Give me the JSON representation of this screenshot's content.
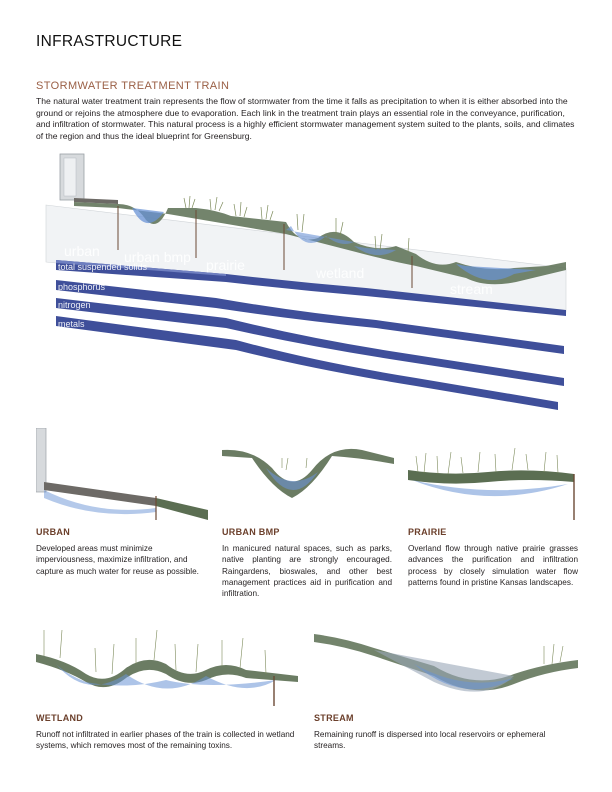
{
  "page": {
    "title": "INFRASTRUCTURE",
    "section_title": "STORMWATER TREATMENT TRAIN",
    "intro": "The natural water treatment train represents the flow of stormwater from the time it falls as precipitation to when it is either absorbed into the ground or rejoins the atmosphere due to evaporation. Each link in the treatment train plays an essential role in the conveyance, purification, and infiltration of stormwater. This natural process is a highly efficient stormwater management system suited to the plants, soils, and climates of the region and thus the ideal blueprint for Greensburg."
  },
  "diagram": {
    "zones": [
      "urban",
      "urban bmp",
      "prairie",
      "wetland",
      "stream"
    ],
    "bands": [
      "total suspended solids",
      "phosphorus",
      "nitrogen",
      "metals"
    ],
    "colors": {
      "band": "#3f4f9a",
      "band_top": "#6f7fc0",
      "water": "#6a93d6",
      "ground": "#5b6e52"
    }
  },
  "panels": [
    {
      "title": "URBAN",
      "body": "Developed areas must minimize imperviousness, maximize infiltration, and capture as much water for reuse as possible."
    },
    {
      "title": "URBAN BMP",
      "body": "In manicured natural spaces, such as parks, native planting are strongly encouraged. Raingardens, bioswales, and other best management practices aid in purification and infiltration."
    },
    {
      "title": "PRAIRIE",
      "body": "Overland flow through native prairie grasses advances the purification and infiltration process by closely simulation water flow patterns found in pristine Kansas landscapes."
    },
    {
      "title": "WETLAND",
      "body": "Runoff not infiltrated in earlier phases of the train is collected in wetland systems, which removes most of the remaining toxins."
    },
    {
      "title": "STREAM",
      "body": "Remaining runoff is dispersed into local reservoirs or ephemeral streams."
    }
  ]
}
